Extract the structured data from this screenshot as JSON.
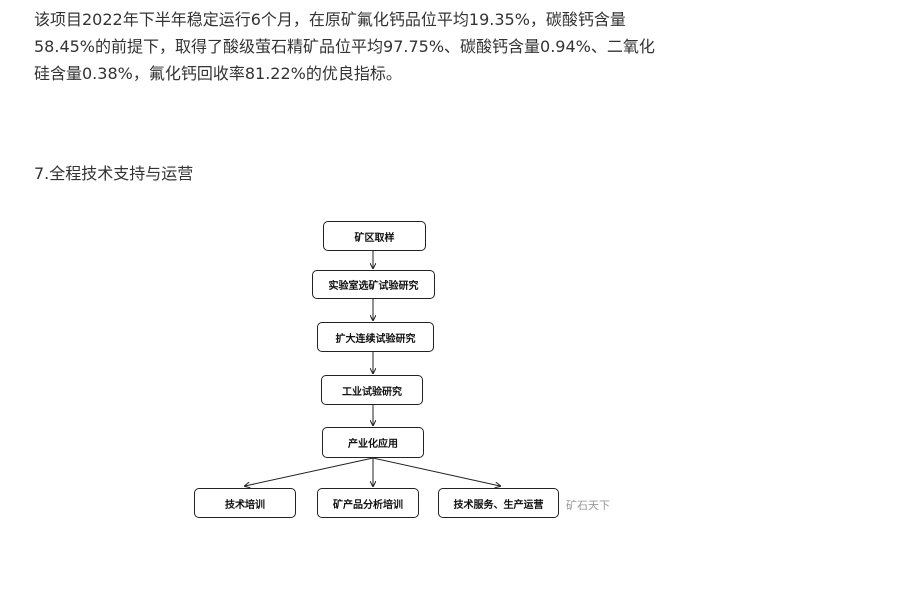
{
  "paragraph": {
    "lines": [
      "该项目2022年下半年稳定运行6个月，在原矿氟化钙品位平均19.35%，碳酸钙含量",
      "58.45%的前提下，取得了酸级萤石精矿品位平均97.75%、碳酸钙含量0.94%、二氧化",
      "硅含量0.38%，氟化钙回收率81.22%的优良指标。"
    ]
  },
  "section_heading": "7.全程技术支持与运营",
  "flowchart": {
    "nodes": [
      "矿区取样",
      "实验室选矿试验研究",
      "扩大连续试验研究",
      "工业试验研究",
      "产业化应用"
    ],
    "branches": [
      "技术培训",
      "矿产品分析培训",
      "技术服务、生产运营"
    ]
  },
  "watermark": "矿石天下"
}
